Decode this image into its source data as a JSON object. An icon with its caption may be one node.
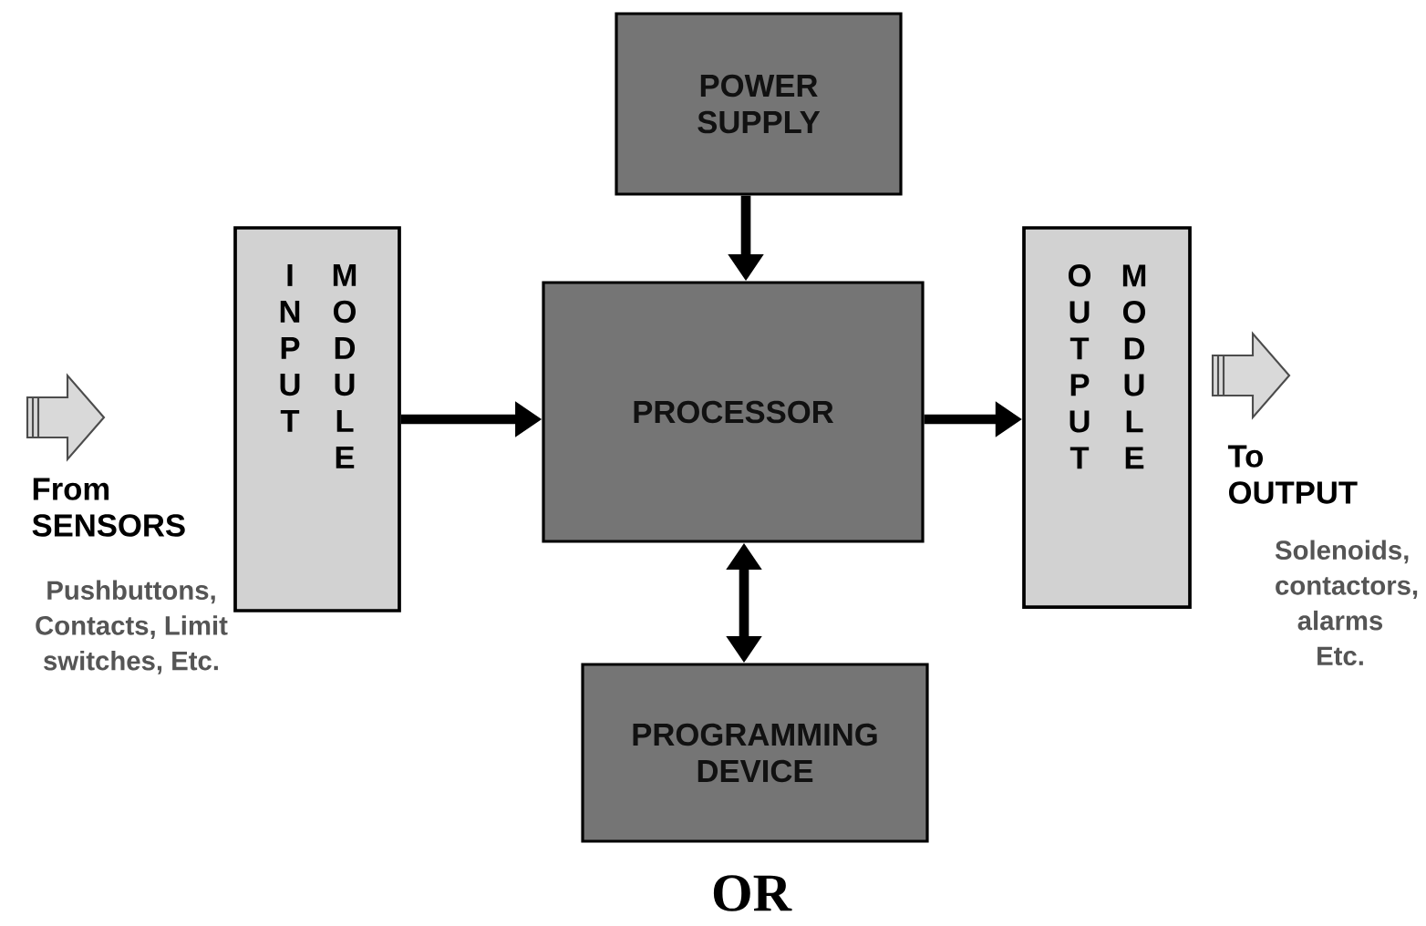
{
  "diagram": {
    "nodes": [
      {
        "text": [
          "POWER SUPPLY"
        ]
      },
      {
        "text": [
          "INPUT",
          "MODULE"
        ]
      },
      {
        "text": [
          "PROCESSOR"
        ]
      },
      {
        "text": [
          "OUTPUT",
          "MODULE"
        ]
      },
      {
        "text": [
          "PROGRAMMING DEVICE"
        ]
      },
      {
        "text": [
          "From SENSORS"
        ],
        "beside": [
          "Pushbuttons, Contacts, Limit switches, Etc."
        ]
      },
      {
        "text": [
          "To OUTPUT"
        ],
        "beside": [
          "Solenoids, contactors, alarms Etc."
        ]
      }
    ],
    "edges": [
      {
        "from": 0,
        "to": 2,
        "arrow": "to"
      },
      {
        "from": 1,
        "to": 2,
        "arrow": "to"
      },
      {
        "from": 2,
        "to": 3,
        "arrow": "to"
      },
      {
        "from": 4,
        "to": 2,
        "arrow": "both"
      }
    ],
    "labels": [
      "OR"
    ]
  }
}
